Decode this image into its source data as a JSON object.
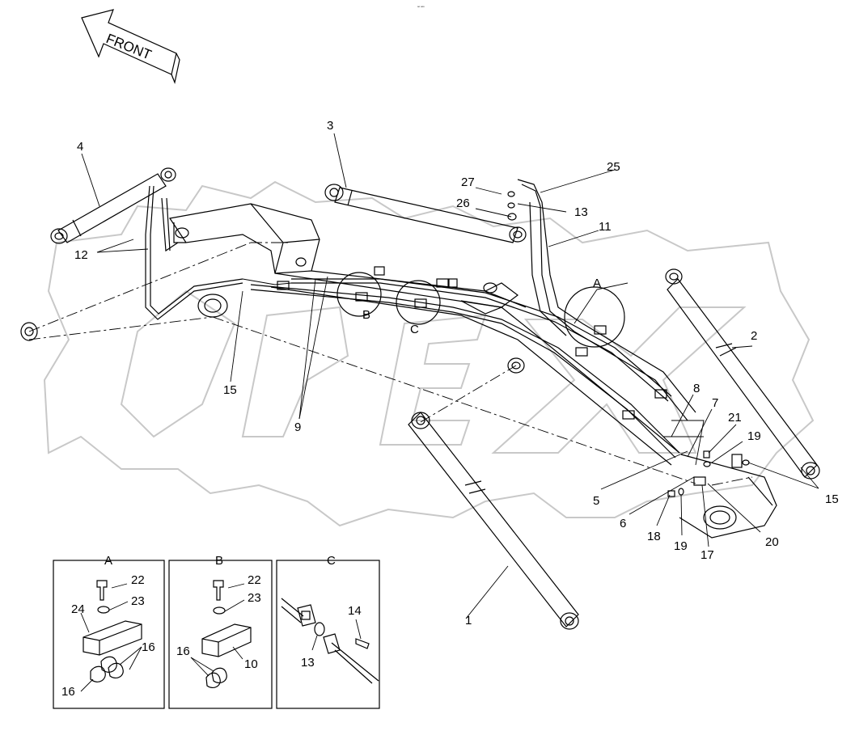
{
  "header": {
    "small_mark": "ᵒᵒ ᵒᵒᵒ"
  },
  "front_arrow": {
    "label": "FRONT"
  },
  "watermark": {
    "text": "OPEX",
    "color": "#c8c8c8"
  },
  "callouts": {
    "c1": "1",
    "c2": "2",
    "c3": "3",
    "c4": "4",
    "c5": "5",
    "c6": "6",
    "c7": "7",
    "c8": "8",
    "c9": "9",
    "c11": "11",
    "c12": "12",
    "c13": "13",
    "c15a": "15",
    "c15b": "15",
    "c17": "17",
    "c18": "18",
    "c19a": "19",
    "c19b": "19",
    "c20": "20",
    "c21": "21",
    "c25": "25",
    "c26": "26",
    "c27": "27",
    "detA": "A",
    "detB": "B",
    "detC": "C"
  },
  "panels": {
    "a": {
      "title": "A",
      "labels": {
        "p22": "22",
        "p23": "23",
        "p24": "24",
        "p16a": "16",
        "p16b": "16"
      }
    },
    "b": {
      "title": "B",
      "labels": {
        "p22": "22",
        "p23": "23",
        "p16": "16",
        "p10": "10"
      }
    },
    "c": {
      "title": "C",
      "labels": {
        "p14": "14",
        "p13": "13"
      }
    }
  },
  "colors": {
    "line": "#000000",
    "background": "#ffffff"
  }
}
